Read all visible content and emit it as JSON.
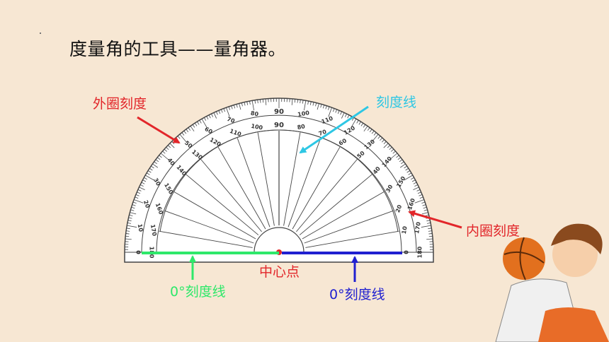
{
  "title": "度量角的工具——量角器。",
  "labels": {
    "outer_scale": "外圈刻度",
    "tick_line_top": "刻度线",
    "inner_scale": "内圈刻度",
    "center_point": "中心点",
    "zero_line_left": "0°刻度线",
    "zero_line_right": "0°刻度线"
  },
  "protractor": {
    "outer_numbers": [
      "0",
      "10",
      "20",
      "30",
      "40",
      "50",
      "60",
      "70",
      "80",
      "90",
      "100",
      "110",
      "120",
      "130",
      "140",
      "150",
      "160",
      "170",
      "180"
    ],
    "inner_numbers": [
      "180",
      "170",
      "160",
      "150",
      "140",
      "130",
      "120",
      "110",
      "100",
      "90",
      "80",
      "70",
      "60",
      "50",
      "40",
      "30",
      "20",
      "10",
      "0"
    ]
  },
  "colors": {
    "outer_label": "#e2262a",
    "tick_label": "#2ec7e4",
    "inner_label": "#e2262a",
    "center_label": "#e2262a",
    "zero_left": "#2ee86a",
    "zero_right": "#2020d0",
    "protractor_fill": "#ffffff",
    "protractor_stroke": "#444444"
  },
  "decor": {
    "character_icon": "basketball-boy-icon"
  }
}
